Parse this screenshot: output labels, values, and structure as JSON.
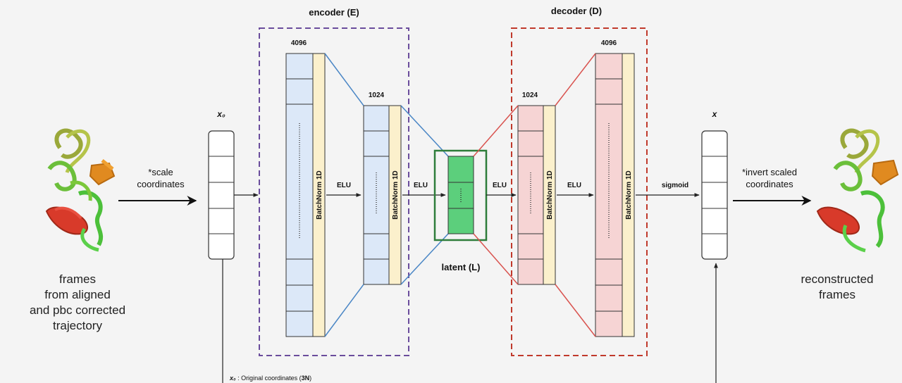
{
  "encoder": {
    "title": "encoder (E)",
    "layer1_size": "4096",
    "layer2_size": "1024",
    "norm_label": "BatchNorm 1D",
    "act1": "ELU",
    "act2": "ELU"
  },
  "decoder": {
    "title": "decoder (D)",
    "layer1_size": "1024",
    "layer2_size": "4096",
    "norm_label": "BatchNorm 1D",
    "act1": "ELU",
    "act2": "ELU",
    "output_act": "sigmoid"
  },
  "latent": {
    "title": "latent (L)"
  },
  "input_vec": {
    "label": "x₀"
  },
  "output_vec": {
    "label": "x"
  },
  "scale": {
    "line1": "*scale",
    "line2": "coordinates"
  },
  "invert": {
    "line1": "*invert scaled",
    "line2": "coordinates"
  },
  "input_caption": [
    "frames",
    "from aligned",
    "and pbc corrected",
    "trajectory"
  ],
  "output_caption": [
    "reconstructed",
    "frames"
  ],
  "footnote": {
    "symbol": "x₀",
    "text": " : Original coordinates (",
    "bold": "3N",
    "end": ")"
  },
  "colors": {
    "encoder_box": "#6a4c9c",
    "decoder_box": "#c0392b",
    "encoder_fill": "#dce8f8",
    "decoder_fill": "#f6d4d4",
    "norm_fill": "#fbf0cc",
    "latent_fill": "#5ccf7c",
    "latent_border": "#2e7d3a",
    "encoder_line": "#4a86c5",
    "decoder_line": "#d9534f"
  }
}
